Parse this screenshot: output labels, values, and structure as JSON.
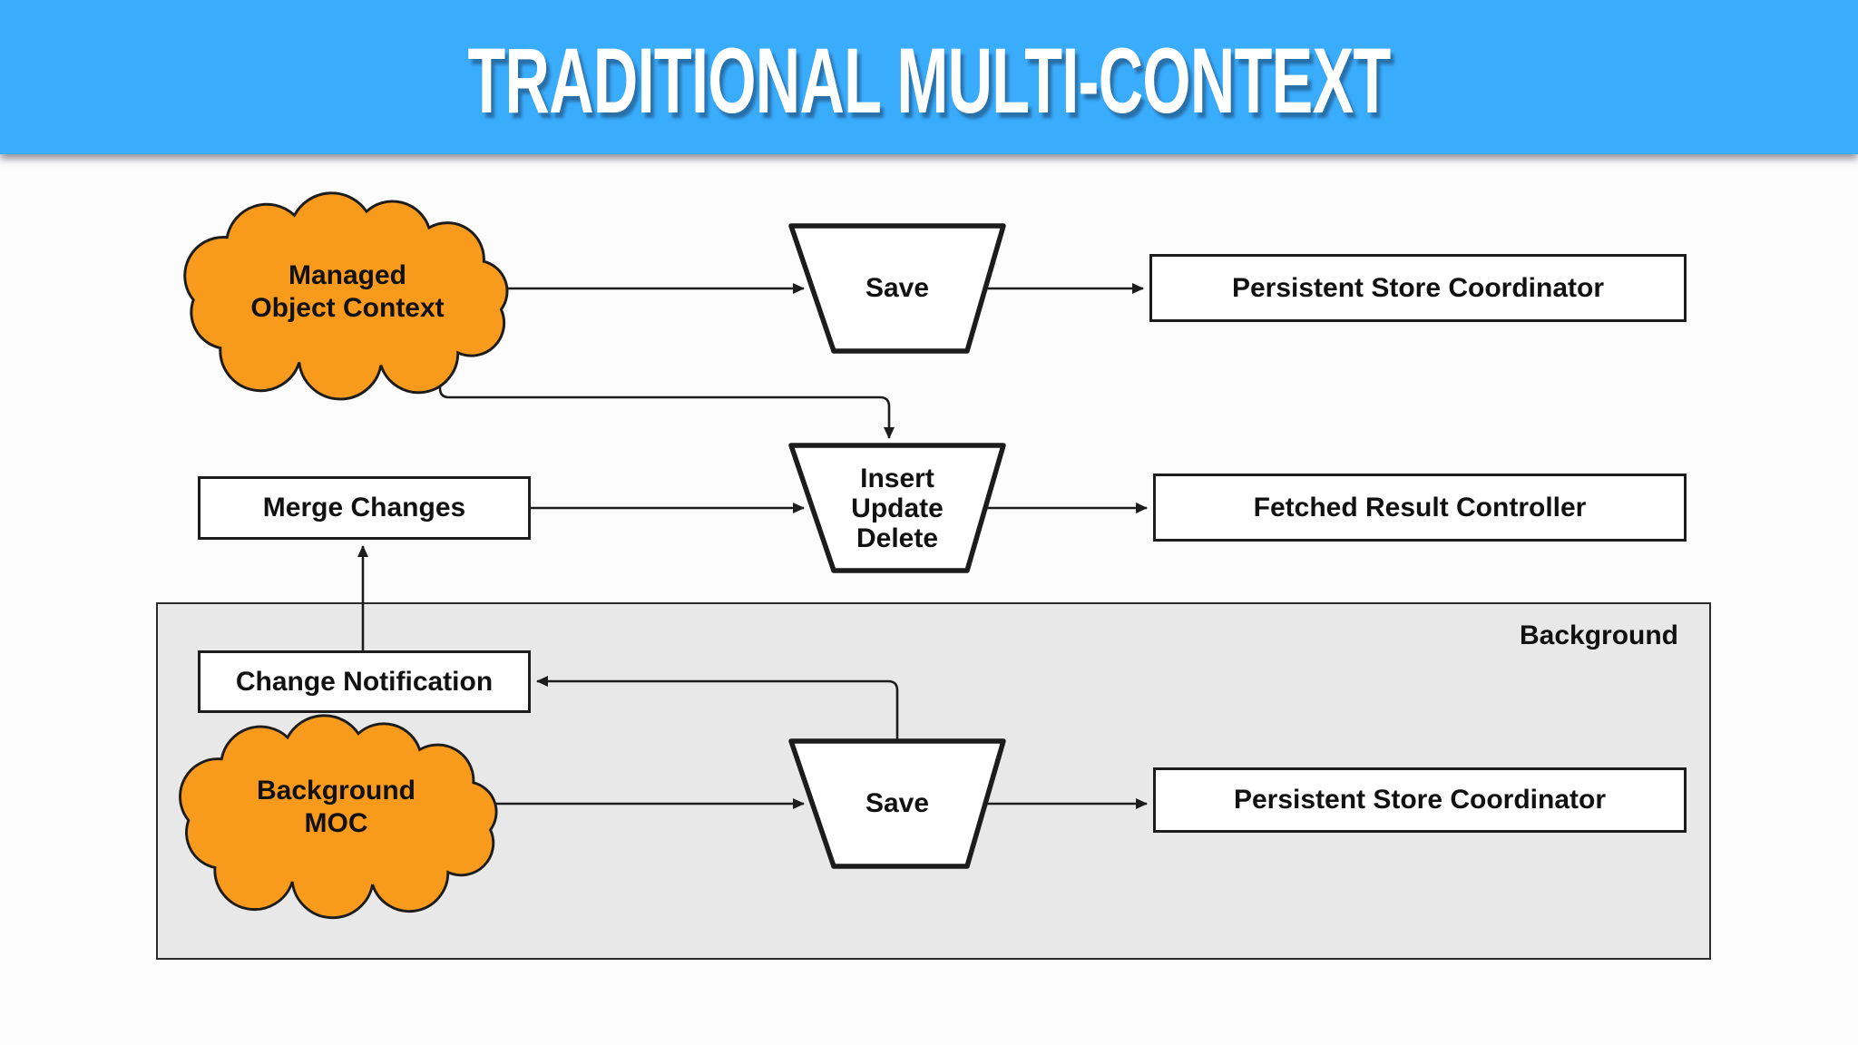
{
  "title": "TRADITIONAL MULTI-CONTEXT",
  "colors": {
    "banner_blue": "#3aacfc",
    "cloud_orange": "#f89b1d",
    "background_box_gray": "#e9e8e8",
    "outline_black": "#1c1c1c"
  },
  "nodes": {
    "managed_object_context": {
      "type": "cloud",
      "lines": [
        "Managed",
        "Object Context"
      ]
    },
    "save_main": {
      "type": "trapezoid",
      "label": "Save"
    },
    "persistent_store_coordinator_main": {
      "type": "rect",
      "label": "Persistent Store Coordinator"
    },
    "merge_changes": {
      "type": "rect",
      "label": "Merge Changes"
    },
    "insert_update_delete": {
      "type": "trapezoid",
      "lines": [
        "Insert",
        "Update",
        "Delete"
      ]
    },
    "fetched_result_controller": {
      "type": "rect",
      "label": "Fetched Result Controller"
    },
    "change_notification": {
      "type": "rect",
      "label": "Change Notification"
    },
    "background_moc": {
      "type": "cloud",
      "lines": [
        "Background",
        "MOC"
      ]
    },
    "save_background": {
      "type": "trapezoid",
      "label": "Save"
    },
    "persistent_store_coordinator_background": {
      "type": "rect",
      "label": "Persistent Store Coordinator"
    }
  },
  "groups": {
    "background": {
      "label": "Background"
    }
  },
  "edges": [
    {
      "from": "managed_object_context",
      "to": "save_main"
    },
    {
      "from": "save_main",
      "to": "persistent_store_coordinator_main"
    },
    {
      "from": "managed_object_context",
      "to": "insert_update_delete"
    },
    {
      "from": "merge_changes",
      "to": "insert_update_delete"
    },
    {
      "from": "insert_update_delete",
      "to": "fetched_result_controller"
    },
    {
      "from": "change_notification",
      "to": "merge_changes"
    },
    {
      "from": "save_background",
      "to": "change_notification"
    },
    {
      "from": "background_moc",
      "to": "save_background"
    },
    {
      "from": "save_background",
      "to": "persistent_store_coordinator_background"
    }
  ]
}
